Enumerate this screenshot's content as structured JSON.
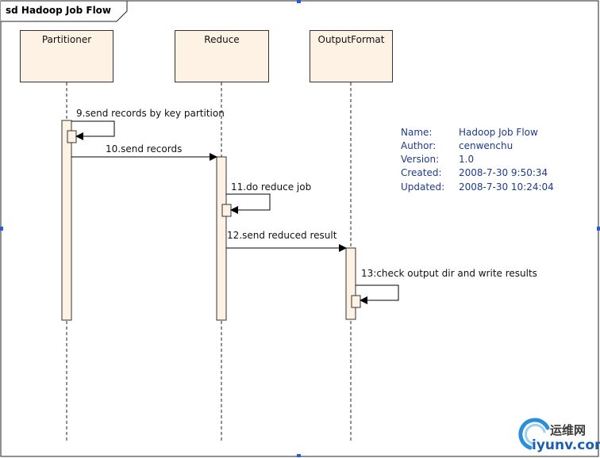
{
  "frame": {
    "title": "sd Hadoop Job Flow"
  },
  "lifelines": [
    {
      "name": "Partitioner"
    },
    {
      "name": "Reduce"
    },
    {
      "name": "OutputFormat"
    }
  ],
  "messages": [
    {
      "label": "9.send records by key partition"
    },
    {
      "label": "10.send records"
    },
    {
      "label": "11.do reduce job"
    },
    {
      "label": "12.send reduced result"
    },
    {
      "label": "13:check output dir and write results"
    }
  ],
  "metadata": {
    "name_label": "Name:",
    "name_value": "Hadoop Job Flow",
    "author_label": "Author:",
    "author_value": "cenwenchu",
    "version_label": "Version:",
    "version_value": "1.0",
    "created_label": "Created:",
    "created_value": "2008-7-30 9:50:34",
    "updated_label": "Updated:",
    "updated_value": "2008-7-30 10:24:04"
  },
  "watermark": {
    "line1": "运维网",
    "line2": "iyunv.com",
    "colors": {
      "accent": "#1b5fb0"
    }
  }
}
